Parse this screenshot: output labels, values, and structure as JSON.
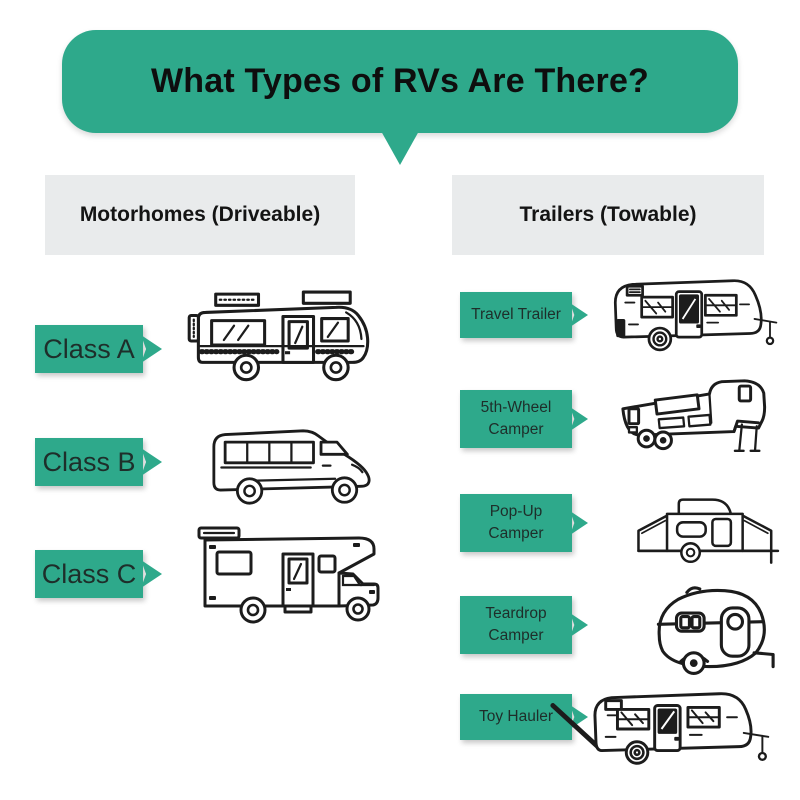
{
  "title": "What Types of RVs Are There?",
  "colors": {
    "accent_green": "#2EA98B",
    "header_gray": "#E9EBEC",
    "title_text": "#0E0E0E",
    "tag_text": "#1E2E2A",
    "line_art": "#1C1C1C"
  },
  "columns": [
    {
      "header": "Motorhomes (Driveable)",
      "items": [
        {
          "label": "Class A",
          "icon": "class-a-motorhome-icon"
        },
        {
          "label": "Class B",
          "icon": "class-b-campervan-icon"
        },
        {
          "label": "Class C",
          "icon": "class-c-motorhome-icon"
        }
      ]
    },
    {
      "header": "Trailers (Towable)",
      "items": [
        {
          "label": "Travel Trailer",
          "icon": "travel-trailer-icon"
        },
        {
          "label": "5th-Wheel Camper",
          "icon": "fifth-wheel-camper-icon"
        },
        {
          "label": "Pop-Up Camper",
          "icon": "pop-up-camper-icon"
        },
        {
          "label": "Teardrop Camper",
          "icon": "teardrop-camper-icon"
        },
        {
          "label": "Toy Hauler",
          "icon": "toy-hauler-icon"
        }
      ]
    }
  ]
}
